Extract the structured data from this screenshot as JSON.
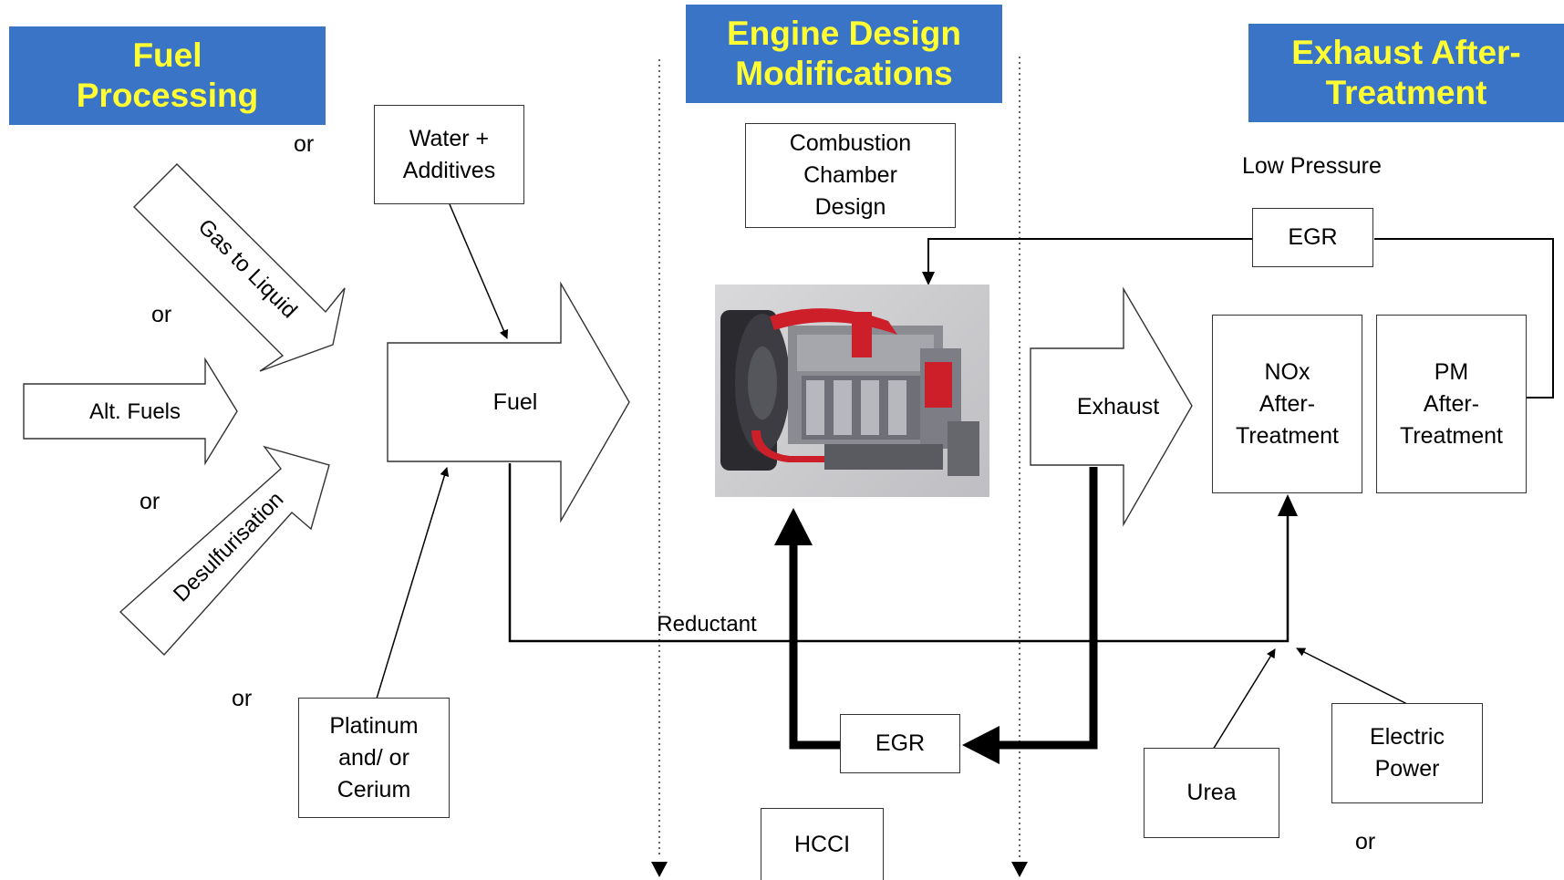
{
  "headers": {
    "fuel_processing": "Fuel\nProcessing",
    "engine_design": "Engine Design\nModifications",
    "exhaust_after": "Exhaust After-\nTreatment"
  },
  "boxes": {
    "water_additives": "Water +\nAdditives",
    "combustion_chamber": "Combustion\nChamber\nDesign",
    "egr_top": "EGR",
    "nox_after": "NOx\nAfter-\nTreatment",
    "pm_after": "PM\nAfter-\nTreatment",
    "platinum": "Platinum\nand/ or\nCerium",
    "egr_bottom": "EGR",
    "hcci": "HCCI",
    "urea": "Urea",
    "electric_power": "Electric\nPower"
  },
  "arrows": {
    "gas_to_liquid": "Gas to Liquid",
    "alt_fuels": "Alt. Fuels",
    "desulfurisation": "Desulfurisation",
    "fuel": "Fuel",
    "exhaust": "Exhaust"
  },
  "labels": {
    "or_1": "or",
    "or_2": "or",
    "or_3": "or",
    "or_4": "or",
    "or_5": "or",
    "low_pressure": "Low Pressure",
    "reductant": "Reductant"
  },
  "colors": {
    "header_bg": "#3a74c6",
    "header_text": "#ffff33",
    "engine_red": "#cc1f2a"
  },
  "image": {
    "engine": "diesel-engine-cutaway"
  }
}
